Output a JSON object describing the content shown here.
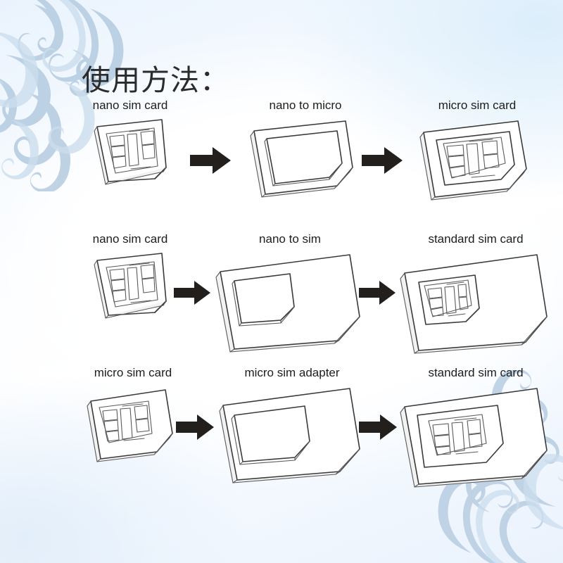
{
  "page": {
    "title": "使用方法：",
    "background_top_tint": "#eaf3fd",
    "background_center": "#ffffff",
    "ornament_color": "#b9cfe2",
    "line_color": "#3a3a3a",
    "arrow_color": "#231f1c"
  },
  "ornaments": [
    {
      "name": "floral-ornament-top-left",
      "position": "top-left"
    },
    {
      "name": "floral-ornament-bottom-right",
      "position": "bottom-right"
    }
  ],
  "rows": [
    {
      "id": "row-nano-to-micro",
      "cells": [
        {
          "label": "nano sim card",
          "art": "nano-sim-card"
        },
        {
          "label": "nano to micro",
          "art": "nano-to-micro-adapter"
        },
        {
          "label": "micro sim card",
          "art": "micro-sim-card-assembled"
        }
      ],
      "arrows": [
        "arrow-right",
        "arrow-right"
      ]
    },
    {
      "id": "row-nano-to-sim",
      "cells": [
        {
          "label": "nano sim card",
          "art": "nano-sim-card"
        },
        {
          "label": "nano to sim",
          "art": "nano-to-sim-adapter"
        },
        {
          "label": "standard sim card",
          "art": "standard-sim-card-assembled"
        }
      ],
      "arrows": [
        "arrow-right",
        "arrow-right"
      ]
    },
    {
      "id": "row-micro-to-sim",
      "cells": [
        {
          "label": "micro sim card",
          "art": "micro-sim-card"
        },
        {
          "label": "micro sim adapter",
          "art": "micro-sim-adapter"
        },
        {
          "label": "standard sim card",
          "art": "standard-sim-card-with-micro"
        }
      ],
      "arrows": [
        "arrow-right",
        "arrow-right"
      ]
    }
  ]
}
